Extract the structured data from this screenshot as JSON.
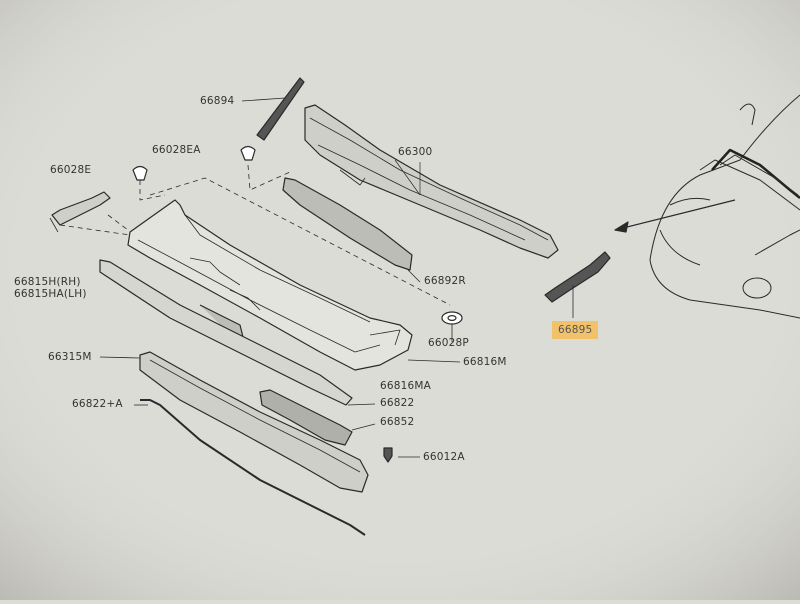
{
  "diagram": {
    "part_labels": {
      "p66894": "66894",
      "p66028ea": "66028EA",
      "p66028e": "66028E",
      "p66300": "66300",
      "p66815h": "66815H(RH)",
      "p66815ha": "66815HA(LH)",
      "p66892r": "66892R",
      "p66895": "66895",
      "p66028p": "66028P",
      "p66816m": "66816M",
      "p66315m": "66315M",
      "p66816ma": "66816MA",
      "p66822a": "66822+A",
      "p66822": "66822",
      "p66852": "66852",
      "p66012a": "66012A"
    },
    "highlight_color": "#f2c26b",
    "highlighted_part": "66895"
  }
}
